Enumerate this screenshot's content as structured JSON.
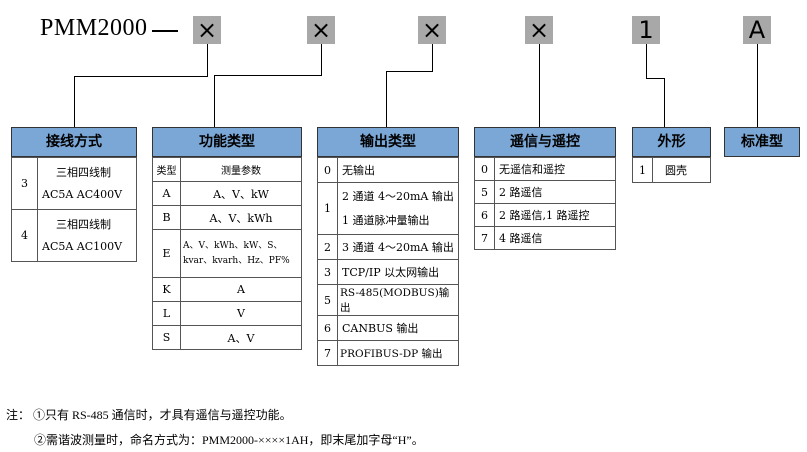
{
  "model": "PMM2000",
  "codes": [
    "×",
    "×",
    "×",
    "×",
    "1",
    "A"
  ],
  "wiring": {
    "title": "接线方式",
    "rows": [
      {
        "code": "3",
        "line1": "三相四线制",
        "line2": "AC5A  AC400V"
      },
      {
        "code": "4",
        "line1": "三相四线制",
        "line2": "AC5A  AC100V"
      }
    ]
  },
  "function": {
    "title": "功能类型",
    "col1": "类型",
    "col2": "测量参数",
    "rows": [
      {
        "code": "A",
        "text": "A、V、kW"
      },
      {
        "code": "B",
        "text": "A、V、kWh"
      },
      {
        "code": "E",
        "line1": "A、V、kWh、kW、S、",
        "line2": "kvar、kvarh、Hz、PF%"
      },
      {
        "code": "K",
        "text": "A"
      },
      {
        "code": "L",
        "text": "V"
      },
      {
        "code": "S",
        "text": "A、V"
      }
    ]
  },
  "output": {
    "title": "输出类型",
    "rows": [
      {
        "code": "0",
        "text": "无输出"
      },
      {
        "code": "1",
        "line1": "2 通道 4～20mA 输出",
        "line2": "1 通道脉冲量输出"
      },
      {
        "code": "2",
        "text": "3 通道 4～20mA 输出"
      },
      {
        "code": "3",
        "text": "TCP/IP 以太网输出"
      },
      {
        "code": "5",
        "text": "RS-485(MODBUS)输出"
      },
      {
        "code": "6",
        "text": "CANBUS 输出"
      },
      {
        "code": "7",
        "text": "PROFIBUS-DP 输出"
      }
    ]
  },
  "telesignal": {
    "title": "遥信与遥控",
    "rows": [
      {
        "code": "0",
        "text": "无遥信和遥控"
      },
      {
        "code": "5",
        "text": "2 路遥信"
      },
      {
        "code": "6",
        "text": "2 路遥信,1 路遥控"
      },
      {
        "code": "7",
        "text": "4 路遥信"
      }
    ]
  },
  "shape": {
    "title": "外形",
    "rows": [
      {
        "code": "1",
        "text": "圆壳"
      }
    ]
  },
  "standard": {
    "title": "标准型"
  },
  "notes": {
    "line1": "注：  ①只有 RS-485 通信时，才具有遥信与遥控功能。",
    "line2": "②需谐波测量时，命名方式为：PMM2000-××××1AH，即末尾加字母“H”。"
  }
}
